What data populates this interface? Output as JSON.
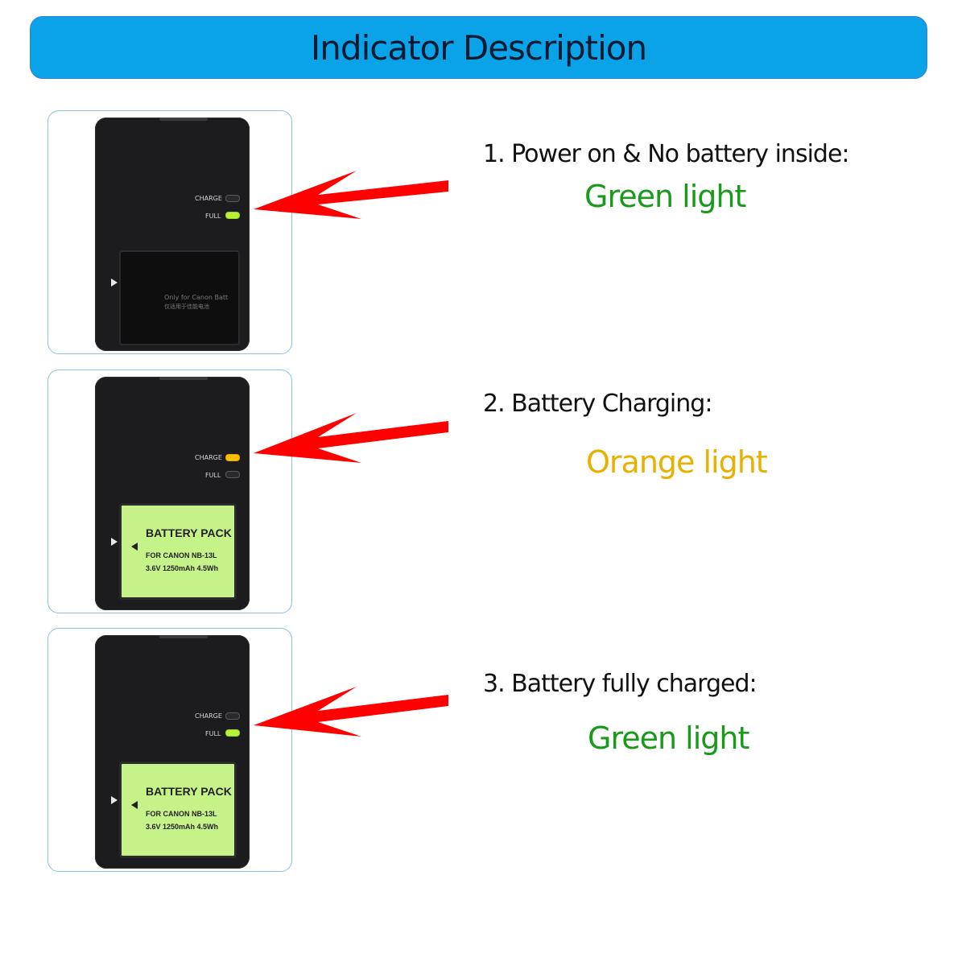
{
  "header": {
    "title": "Indicator Description"
  },
  "charger": {
    "charge_label": "CHARGE",
    "full_label": "FULL",
    "bay_text_1": "Only for Canon Batt",
    "bay_text_2": "仅适用于佳能电池"
  },
  "battery": {
    "title": "BATTERY PACK",
    "line1": "FOR CANON NB-13L",
    "line2": "3.6V 1250mAh 4.5Wh"
  },
  "items": [
    {
      "title": "1. Power on & No battery inside:",
      "light": "Green light",
      "light_color": "#1a9a1a",
      "charge_led": "off",
      "full_led": "green"
    },
    {
      "title": "2. Battery Charging:",
      "light": "Orange light",
      "light_color": "#e8b000",
      "charge_led": "orange",
      "full_led": "off"
    },
    {
      "title": "3. Battery fully charged:",
      "light": "Green light",
      "light_color": "#1a9a1a",
      "charge_led": "off",
      "full_led": "green"
    }
  ],
  "colors": {
    "banner": "#0aa3e8",
    "arrow": "#ff0000"
  }
}
